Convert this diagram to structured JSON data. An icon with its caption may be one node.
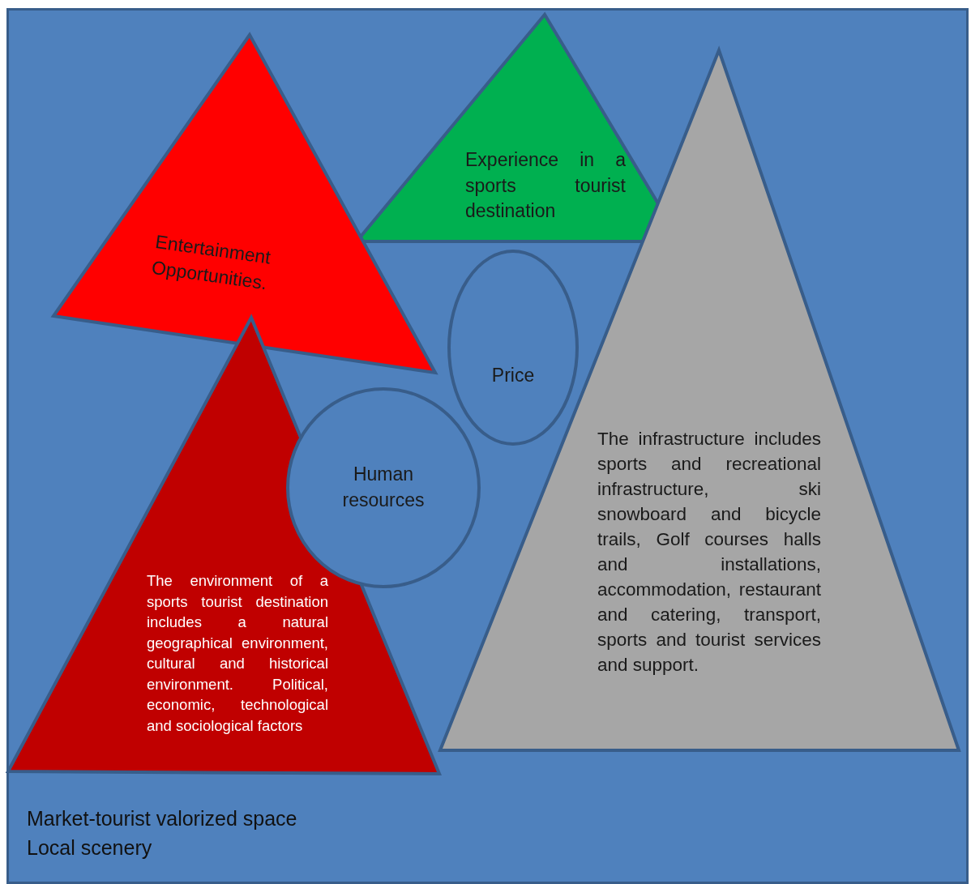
{
  "diagram": {
    "nodes": [
      {
        "text": [
          "Market-tourist valorized space",
          "Local scenery"
        ]
      },
      {
        "text": [
          "Experience in a sports tourist destination"
        ],
        "in": 0
      },
      {
        "text": [
          "Entertainment Opportunities."
        ],
        "in": 0
      },
      {
        "text": [
          "The environment of a sports tourist destination includes a natural geographical environment, cultural and historical environment. Political, economic, technological and sociological factors"
        ],
        "in": 0
      },
      {
        "text": [
          "The infrastructure includes sports and recreational infrastructure, ski snowboard and bicycle trails, Golf courses halls and installations, accommodation, restaurant and catering, transport, sports and tourist services and support."
        ],
        "in": 0
      },
      {
        "text": [
          "Price"
        ],
        "in": 0
      },
      {
        "text": [
          "Human resources"
        ],
        "in": 0
      }
    ]
  }
}
